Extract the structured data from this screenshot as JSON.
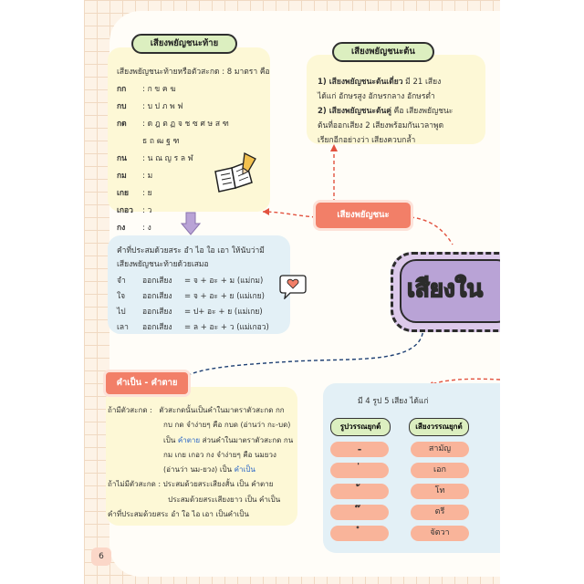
{
  "final_consonant": {
    "title": "เสียงพยัญชนะท้าย",
    "intro": "เสียงพยัญชนะท้ายหรือตัวสะกด : 8 มาตรา คือ",
    "rows": [
      {
        "key": "กก",
        "value": ": ก ข ค ฆ"
      },
      {
        "key": "กบ",
        "value": ": บ ป ภ พ ฟ"
      },
      {
        "key": "กด",
        "value": ": ด ฎ ต ฏ จ ช ซ ศ ษ ส ฑ"
      },
      {
        "key": "",
        "value": "ธ ถ ฒ ฐ ฑ"
      },
      {
        "key": "กน",
        "value": ": น ณ ญ ร ล ฬ"
      },
      {
        "key": "กม",
        "value": ": ม"
      },
      {
        "key": "เกย",
        "value": ": ย"
      },
      {
        "key": "เกอว",
        "value": ": ว"
      },
      {
        "key": "กง",
        "value": ": ง"
      }
    ]
  },
  "initial_consonant": {
    "title": "เสียงพยัญชนะต้น",
    "lines": [
      {
        "bold": "1) เสียงพยัญชนะต้นเดี่ยว",
        "text": " มี 21 เสียง"
      },
      {
        "bold": "",
        "text": "ได้แก่ อักษรสูง อักษรกลาง อักษรต่ำ"
      },
      {
        "bold": "2) เสียงพยัญชนะต้นคู่",
        "text": " คือ เสียงพยัญชนะ"
      },
      {
        "bold": "",
        "text": "ต้นที่ออกเสียง 2 เสียงพร้อมกันเวลาพูด"
      },
      {
        "bold": "",
        "text": "เรียกอีกอย่างว่า เสียงควบกล้ำ"
      }
    ]
  },
  "center_node": {
    "label": "เสียงพยัญชนะ"
  },
  "main_title": {
    "label": "เสียงใน"
  },
  "vowel_card": {
    "intro_1": "คำที่ประสมด้วยสระ อำ ไอ ใอ เอา ให้นับว่ามี",
    "intro_2": "เสียงพยัญชนะท้ายด้วยเสมอ",
    "rows": [
      {
        "word": "จำ",
        "label": "ออกเสียง",
        "formula": "= จ + อะ + ม (แม่กม)"
      },
      {
        "word": "ใจ",
        "label": "ออกเสียง",
        "formula": "= จ + อะ + ย (แม่เกย)"
      },
      {
        "word": "ไป",
        "label": "ออกเสียง",
        "formula": "= ป+ อะ + ย (แม่เกย)"
      },
      {
        "word": "เลา",
        "label": "ออกเสียง",
        "formula": "= ล + อะ + ว (แม่เกอว)"
      }
    ]
  },
  "live_dead": {
    "title": "คำเป็น - คำตาย",
    "lines": [
      [
        {
          "t": "ถ้ามีตัวสะกด :"
        },
        {
          "t": "   ตัวสะกดนั้นเป็นคำในมาตราตัวสะกด กก"
        }
      ],
      [
        {
          "t": "                        กบ กด จำง่ายๆ คือ กบด (อ่านว่า กะ-บด)"
        }
      ],
      [
        {
          "t": "                        เป็น "
        },
        {
          "t": "คำตาย",
          "c": "blue"
        },
        {
          "t": " ส่วนคำในมาตราตัวสะกด กน"
        }
      ],
      [
        {
          "t": "                        กม เกย เกอว กง จำง่ายๆ คือ นมยวง"
        }
      ],
      [
        {
          "t": "                        (อ่านว่า นม-ยวง) เป็น "
        },
        {
          "t": "คำเป็น",
          "c": "blue"
        }
      ],
      [
        {
          "t": "ถ้าไม่มีตัวสะกด : ประสมด้วยสระเสียงสั้น เป็น คำตาย"
        }
      ],
      [
        {
          "t": "                          ประสมด้วยสระเสียงยาว เป็น คำเป็น"
        }
      ],
      [
        {
          "t": "คำที่ประสมด้วยสระ อำ ใอ ไอ เอา เป็นคำเป็น"
        }
      ]
    ]
  },
  "tone_card": {
    "title": "มี 4 รูป 5 เสียง ได้แก่",
    "headers": [
      "รูปวรรณยุกต์",
      "เสียงวรรณยุกต์"
    ],
    "rows": [
      [
        "-",
        "สามัญ"
      ],
      [
        "่",
        "เอก"
      ],
      [
        "้",
        "โท"
      ],
      [
        "๊",
        "ตรี"
      ],
      [
        "๋",
        "จัตวา"
      ]
    ]
  },
  "page_number": "6",
  "colors": {
    "accent_pink": "#f27f68",
    "purple": "#b9a3d6",
    "yellow_card": "#fdf8d6",
    "blue_card": "#e3f0f6"
  },
  "icons": [
    "open-book-pencil-icon",
    "heart-speech-bubble-icon",
    "down-arrow-icon"
  ]
}
